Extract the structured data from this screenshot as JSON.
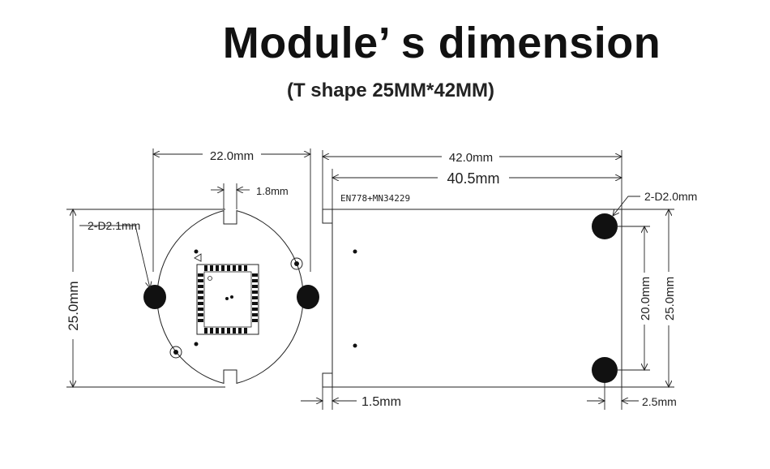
{
  "header": {
    "title": "Module’ s dimension",
    "subtitle": "(T shape 25MM*42MM)"
  },
  "left_view": {
    "width_label": "22.0mm",
    "notch_label": "1.8mm",
    "hole_label": "2-D2.1mm",
    "height_label": "25.0mm"
  },
  "right_view": {
    "length_label": "42.0mm",
    "inner_length_label": "40.5mm",
    "part_number": "EN778+MN34229",
    "hole_label": "2-D2.0mm",
    "hole_spacing_label": "20.0mm",
    "height_label": "25.0mm",
    "left_offset_label": "1.5mm",
    "right_offset_label": "2.5mm"
  },
  "colors": {
    "line": "#222222",
    "fill_dark": "#111111"
  }
}
